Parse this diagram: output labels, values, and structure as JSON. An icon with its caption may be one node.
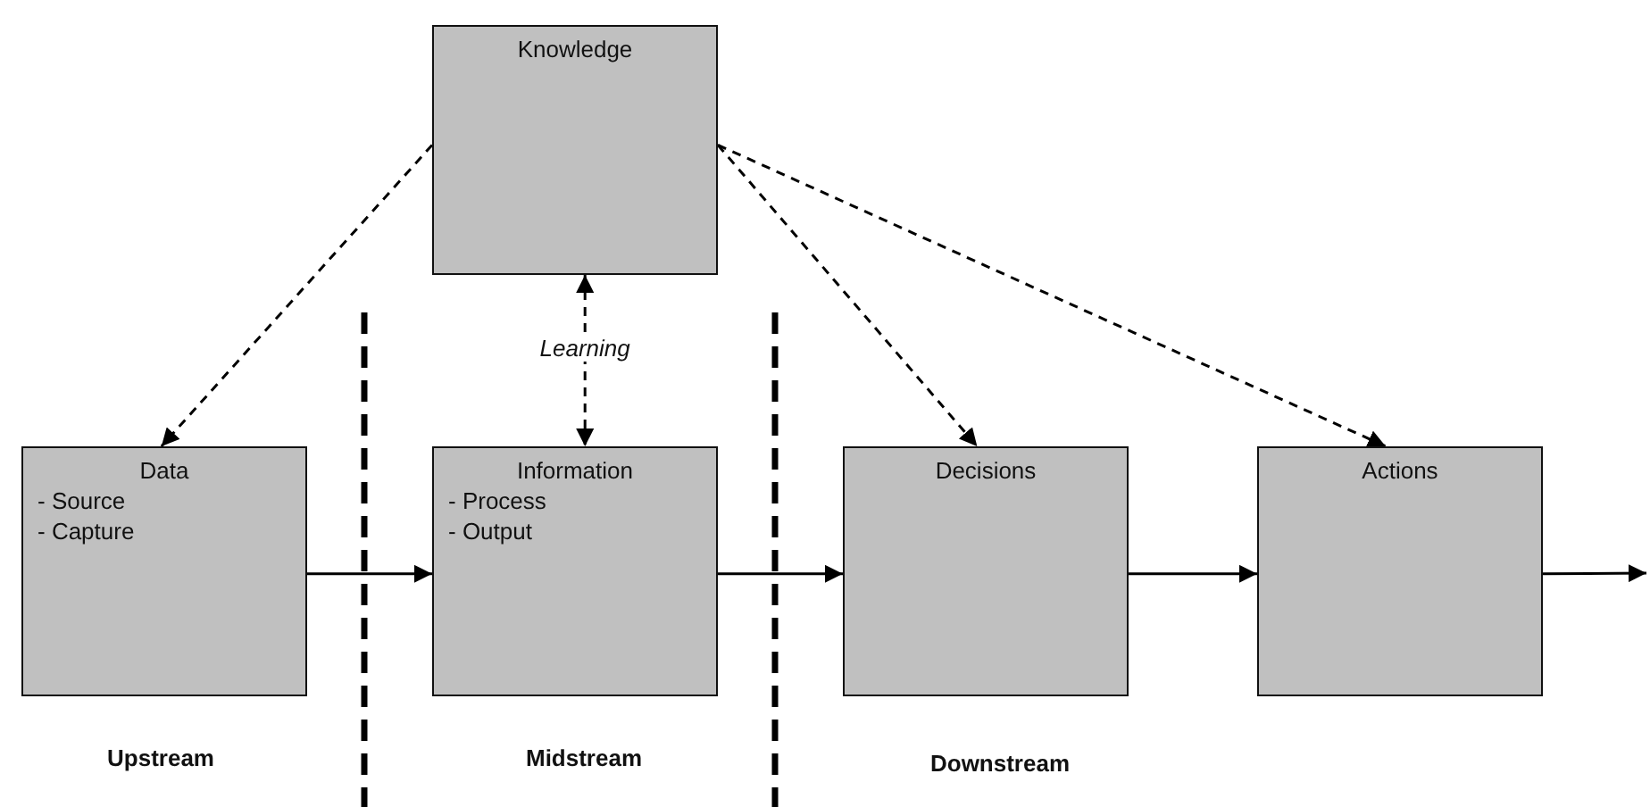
{
  "diagram": {
    "nodes": [
      {
        "text": [
          "Knowledge"
        ]
      },
      {
        "text": [
          "Data",
          "- Source",
          "- Capture"
        ]
      },
      {
        "text": [
          "Information",
          "- Process",
          "- Output"
        ]
      },
      {
        "text": [
          "Decisions"
        ]
      },
      {
        "text": [
          "Actions"
        ]
      }
    ],
    "edges": [
      {
        "from": 0,
        "to": 1,
        "arrow": "to",
        "style": "dashed"
      },
      {
        "from": 0,
        "to": 2,
        "arrow": "both",
        "style": "dashed",
        "label": "Learning"
      },
      {
        "from": 0,
        "to": 3,
        "arrow": "to",
        "style": "dashed"
      },
      {
        "from": 0,
        "to": 4,
        "arrow": "to",
        "style": "dashed"
      },
      {
        "from": 1,
        "to": 2,
        "arrow": "to"
      },
      {
        "from": 2,
        "to": 3,
        "arrow": "to"
      },
      {
        "from": 3,
        "to": 4,
        "arrow": "to"
      },
      {
        "from": 4,
        "to": null,
        "arrow": "to"
      }
    ],
    "labels": [
      "Upstream",
      "Midstream",
      "Downstream"
    ]
  }
}
